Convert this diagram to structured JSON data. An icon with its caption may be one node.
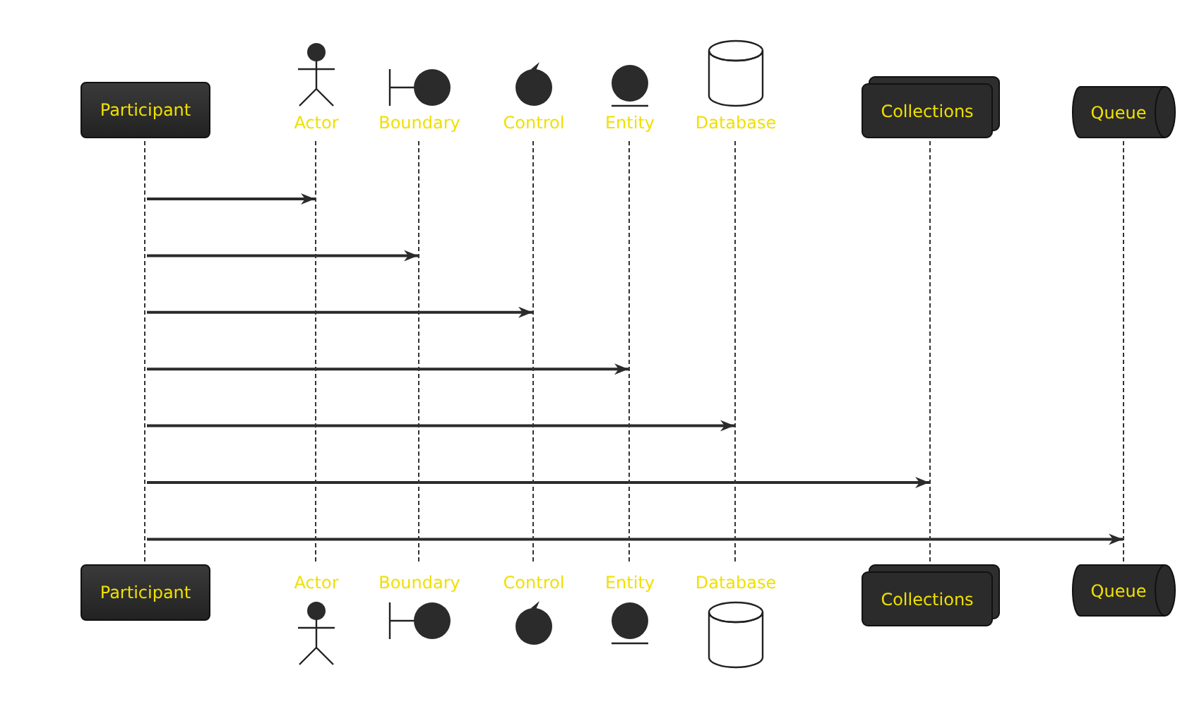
{
  "diagram": {
    "nodes": [
      {
        "text": [
          "Participant"
        ]
      },
      {
        "text": [
          "Actor"
        ]
      },
      {
        "text": [
          "Boundary"
        ]
      },
      {
        "text": [
          "Control"
        ]
      },
      {
        "text": [
          "Entity"
        ]
      },
      {
        "text": [
          "Database"
        ]
      },
      {
        "text": [
          "Collections"
        ]
      },
      {
        "text": [
          "Queue"
        ]
      },
      {
        "text": [],
        "shape": "line"
      },
      {
        "text": [],
        "shape": "line"
      },
      {
        "text": [],
        "shape": "line"
      },
      {
        "text": [],
        "shape": "line"
      },
      {
        "text": [],
        "shape": "line"
      },
      {
        "text": [],
        "shape": "line"
      },
      {
        "text": [],
        "shape": "line"
      },
      {
        "text": [],
        "shape": "line"
      },
      {
        "text": [
          "Participant"
        ]
      },
      {
        "text": [
          "Actor"
        ]
      },
      {
        "text": [
          "Boundary"
        ]
      },
      {
        "text": [
          "Control"
        ]
      },
      {
        "text": [
          "Entity"
        ]
      },
      {
        "text": [
          "Database"
        ]
      },
      {
        "text": [
          "Collections"
        ]
      },
      {
        "text": [
          "Queue"
        ]
      }
    ],
    "edges": [
      {
        "from": 8,
        "to": 9,
        "arrow": "to"
      },
      {
        "from": 8,
        "to": 10,
        "arrow": "to"
      },
      {
        "from": 8,
        "to": 11,
        "arrow": "to"
      },
      {
        "from": 8,
        "to": 12,
        "arrow": "to"
      },
      {
        "from": 8,
        "to": 13,
        "arrow": "to"
      },
      {
        "from": 8,
        "to": 14,
        "arrow": "to"
      },
      {
        "from": 8,
        "to": 15,
        "arrow": "to"
      }
    ]
  }
}
